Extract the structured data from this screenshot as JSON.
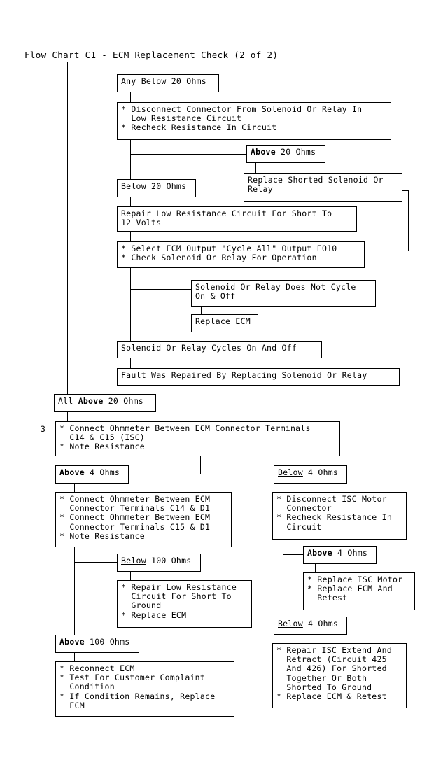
{
  "chart_data": {
    "type": "diagram",
    "title": "Flow Chart C1 - ECM Replacement Check (2 of 2)",
    "nodes": [
      {
        "id": "any_below_20",
        "label": "Any Below 20 Ohms",
        "kind": "condition"
      },
      {
        "id": "disconnect_connector",
        "label": "* Disconnect Connector From Solenoid Or Relay In\n  Low Resistance Circuit\n* Recheck Resistance In Circuit",
        "kind": "action"
      },
      {
        "id": "above_20",
        "label": "Above 20 Ohms",
        "kind": "condition"
      },
      {
        "id": "below_20",
        "label": "Below 20 Ohms",
        "kind": "condition"
      },
      {
        "id": "replace_shorted",
        "label": "Replace Shorted Solenoid Or\nRelay",
        "kind": "action"
      },
      {
        "id": "repair_low_resistance",
        "label": "Repair Low Resistance Circuit For Short To\n12 Volts",
        "kind": "action"
      },
      {
        "id": "select_ecm_output",
        "label": "* Select ECM Output \"Cycle All\" Output EO10\n* Check Solenoid Or Relay For Operation",
        "kind": "action"
      },
      {
        "id": "does_not_cycle",
        "label": "Solenoid Or Relay Does Not Cycle\nOn & Off",
        "kind": "condition"
      },
      {
        "id": "replace_ecm",
        "label": "Replace ECM",
        "kind": "action"
      },
      {
        "id": "cycles_on_and_off",
        "label": "Solenoid Or Relay Cycles On And Off",
        "kind": "condition"
      },
      {
        "id": "fault_repaired",
        "label": "Fault Was Repaired By Replacing Solenoid Or Relay",
        "kind": "terminal"
      },
      {
        "id": "all_above_20",
        "label": "All Above 20 Ohms",
        "kind": "condition"
      },
      {
        "id": "connect_ohmmeter_c14_c15",
        "label": "* Connect Ohmmeter Between ECM Connector Terminals\n  C14 & C15 (ISC)\n* Note Resistance",
        "kind": "action",
        "step": "3"
      },
      {
        "id": "above_4",
        "label": "Above 4 Ohms",
        "kind": "condition"
      },
      {
        "id": "below_4",
        "label": "Below 4 Ohms",
        "kind": "condition"
      },
      {
        "id": "connect_ohmmeter_d1",
        "label": "* Connect Ohmmeter Between ECM\n  Connector Terminals C14 & D1\n* Connect Ohmmeter Between ECM\n  Connector Terminals C15 & D1\n* Note Resistance",
        "kind": "action"
      },
      {
        "id": "disconnect_isc",
        "label": "* Disconnect ISC Motor\n  Connector\n* Recheck Resistance In\n  Circuit",
        "kind": "action"
      },
      {
        "id": "below_100",
        "label": "Below 100 Ohms",
        "kind": "condition"
      },
      {
        "id": "above_4_isc",
        "label": "Above 4 Ohms",
        "kind": "condition"
      },
      {
        "id": "repair_short_ground",
        "label": "* Repair Low Resistance\n  Circuit For Short To\n  Ground\n* Replace ECM",
        "kind": "action"
      },
      {
        "id": "replace_isc_motor",
        "label": "* Replace ISC Motor\n* Replace ECM And\n  Retest",
        "kind": "action"
      },
      {
        "id": "below_4_isc",
        "label": "Below 4 Ohms",
        "kind": "condition"
      },
      {
        "id": "above_100",
        "label": "Above 100 Ohms",
        "kind": "condition"
      },
      {
        "id": "reconnect_ecm",
        "label": "* Reconnect ECM\n* Test For Customer Complaint\n  Condition\n* If Condition Remains, Replace\n  ECM",
        "kind": "action"
      },
      {
        "id": "repair_isc_extend",
        "label": "* Repair ISC Extend And\n  Retract (Circuit 425\n  And 426) For Shorted\n  Together Or Both\n  Shorted To Ground\n* Replace ECM & Retest",
        "kind": "action"
      }
    ]
  },
  "title": "Flow Chart C1 - ECM Replacement Check (2 of 2)",
  "step_markers": {
    "step3": "3"
  },
  "boxes": {
    "any_below_20": {
      "pre": "Any ",
      "em": "Below",
      "post": " 20 Ohms"
    },
    "disconnect_connector": {
      "line1": "* Disconnect Connector From Solenoid Or Relay In",
      "line2": "  Low Resistance Circuit",
      "line3": "* Recheck Resistance In Circuit"
    },
    "above_20": {
      "em": "Above",
      "post": " 20 Ohms"
    },
    "below_20": {
      "em": "Below",
      "post": " 20 Ohms"
    },
    "replace_shorted": {
      "line1": "Replace Shorted Solenoid Or",
      "line2": "Relay"
    },
    "repair_low_resistance": {
      "line1": "Repair Low Resistance Circuit For Short To",
      "line2": "12 Volts"
    },
    "select_ecm_output": {
      "line1": "* Select ECM Output \"Cycle All\" Output EO10",
      "line2": "* Check Solenoid Or Relay For Operation"
    },
    "does_not_cycle": {
      "line1": "Solenoid Or Relay Does Not Cycle",
      "line2": "On & Off"
    },
    "replace_ecm": {
      "line1": "Replace ECM"
    },
    "cycles_on_and_off": {
      "line1": "Solenoid Or Relay Cycles On And Off"
    },
    "fault_repaired": {
      "line1": "Fault Was Repaired By Replacing Solenoid Or Relay"
    },
    "all_above_20": {
      "pre": "All ",
      "em": "Above",
      "post": " 20 Ohms"
    },
    "connect_ohmmeter_c14_c15": {
      "line1": "* Connect Ohmmeter Between ECM Connector Terminals",
      "line2": "  C14 & C15 (ISC)",
      "line3": "* Note Resistance"
    },
    "above_4": {
      "em": "Above",
      "post": " 4 Ohms"
    },
    "below_4": {
      "em": "Below",
      "post": " 4 Ohms"
    },
    "connect_ohmmeter_d1": {
      "line1": "* Connect Ohmmeter Between ECM",
      "line2": "  Connector Terminals C14 & D1",
      "line3": "* Connect Ohmmeter Between ECM",
      "line4": "  Connector Terminals C15 & D1",
      "line5": "* Note Resistance"
    },
    "disconnect_isc": {
      "line1": "* Disconnect ISC Motor",
      "line2": "  Connector",
      "line3": "* Recheck Resistance In",
      "line4": "  Circuit"
    },
    "below_100": {
      "em": "Below",
      "post": " 100 Ohms"
    },
    "above_4_isc": {
      "em": "Above",
      "post": " 4 Ohms"
    },
    "repair_short_ground": {
      "line1": "* Repair Low Resistance",
      "line2": "  Circuit For Short To",
      "line3": "  Ground",
      "line4": "* Replace ECM"
    },
    "replace_isc_motor": {
      "line1": "* Replace ISC Motor",
      "line2": "* Replace ECM And",
      "line3": "  Retest"
    },
    "below_4_isc": {
      "em": "Below",
      "post": " 4 Ohms"
    },
    "above_100": {
      "em": "Above",
      "post": " 100 Ohms"
    },
    "reconnect_ecm": {
      "line1": "* Reconnect ECM",
      "line2": "* Test For Customer Complaint",
      "line3": "  Condition",
      "line4": "* If Condition Remains, Replace",
      "line5": "  ECM"
    },
    "repair_isc_extend": {
      "line1": "* Repair ISC Extend And",
      "line2": "  Retract (Circuit 425",
      "line3": "  And 426) For Shorted",
      "line4": "  Together Or Both",
      "line5": "  Shorted To Ground",
      "line6": "* Replace ECM & Retest"
    }
  },
  "colors": {
    "background": "#ffffff",
    "ink": "#000000"
  }
}
